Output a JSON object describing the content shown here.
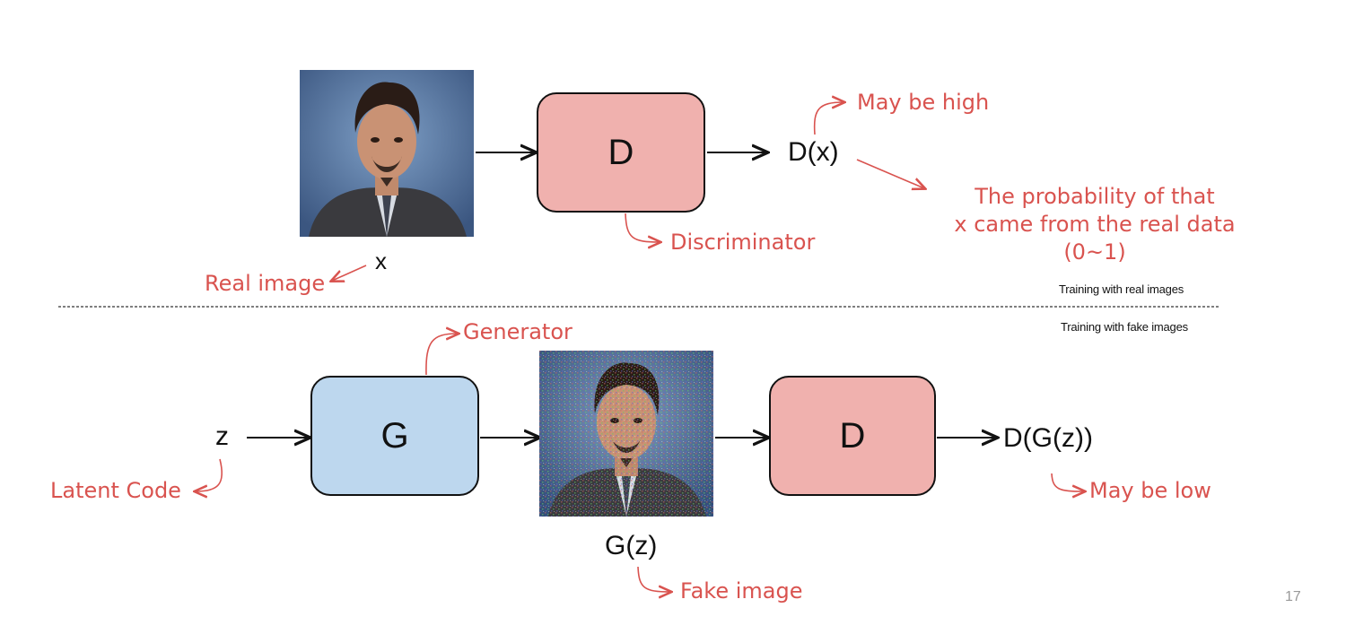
{
  "top": {
    "input_label": "x",
    "input_note": "Real image",
    "disc_label": "D",
    "disc_note": "Discriminator",
    "output_label": "D(x)",
    "output_note_high": "May be high",
    "prob_line1": "The probability of that",
    "prob_line2": "x came from the real data",
    "prob_line3": "(0~1)",
    "section_caption": "Training with real images"
  },
  "bottom": {
    "section_caption": "Training with fake images",
    "latent_label": "z",
    "latent_note": "Latent Code",
    "gen_label": "G",
    "gen_note": "Generator",
    "fake_label": "G(z)",
    "fake_note": "Fake image",
    "disc_label": "D",
    "output_label": "D(G(z))",
    "output_note_low": "May be low"
  },
  "page_number": "17",
  "colors": {
    "discriminator_fill": "#f0b1ae",
    "generator_fill": "#bdd7ee",
    "annotation": "#d9534f"
  }
}
